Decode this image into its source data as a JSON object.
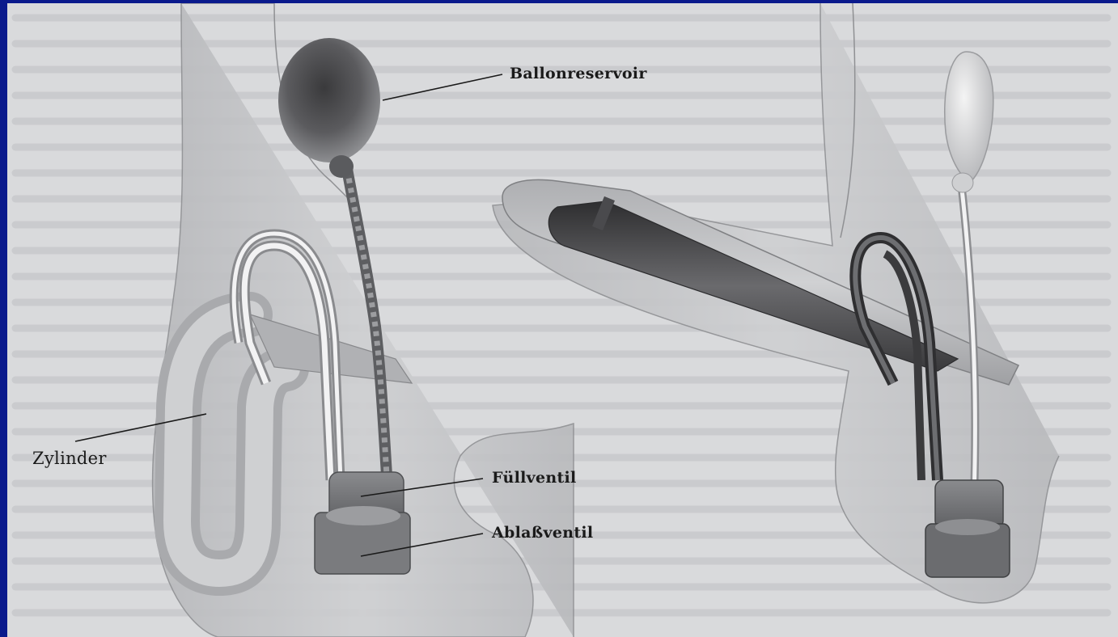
{
  "figure": {
    "labels": {
      "reservoir": "Ballonreservoir",
      "cylinder": "Zylinder",
      "fill_valve": "Füllventil",
      "release_valve": "Ablaßventil"
    }
  },
  "colors": {
    "frame": "#0a1a8c",
    "page": "#d9dadc",
    "ink": "#1a1a1a",
    "tissue": "#c9cacc",
    "device_dark": "#4d4d4f"
  }
}
